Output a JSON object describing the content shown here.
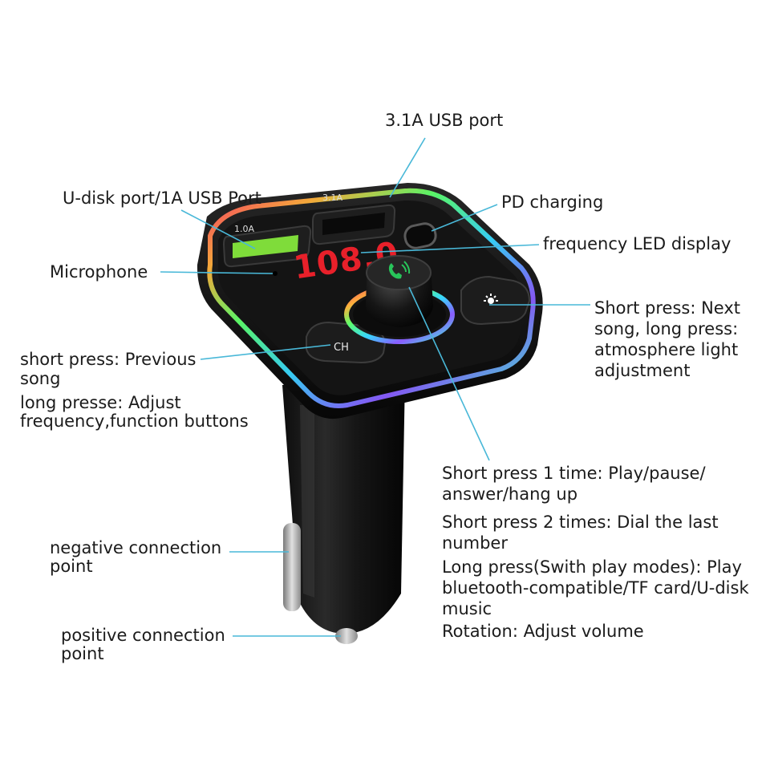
{
  "labels": {
    "usb31": "3.1A USB port",
    "udisk": "U-disk port/1A USB Port",
    "pd": "PD charging",
    "led": "frequency LED display",
    "mic": "Microphone",
    "next": "Short press: Next\nsong, long press:\natmosphere light\nadjustment",
    "prev": "short press: Previous\nsong",
    "long": "long presse: Adjust\nfrequency,function buttons",
    "play1": "Short press 1 time: Play/pause/\nanswer/hang up",
    "play2": "Short press 2 times: Dial the last\nnumber",
    "play3": "Long press(Swith play modes): Play\nbluetooth-compatible/TF card/U-disk\nmusic",
    "rotation": "Rotation: Adjust volume",
    "negative": "negative connection\npoint",
    "positive": "positive connection\npoint"
  },
  "device": {
    "display": "108.0",
    "port_left": "1.0A",
    "port_right": "3.1A",
    "ch_button": "CH"
  },
  "colors": {
    "leader_line": "#49b8d8",
    "led_red": "#e8202a",
    "port_green": "#7fdc3a",
    "knob_icon": "#28c45a"
  }
}
